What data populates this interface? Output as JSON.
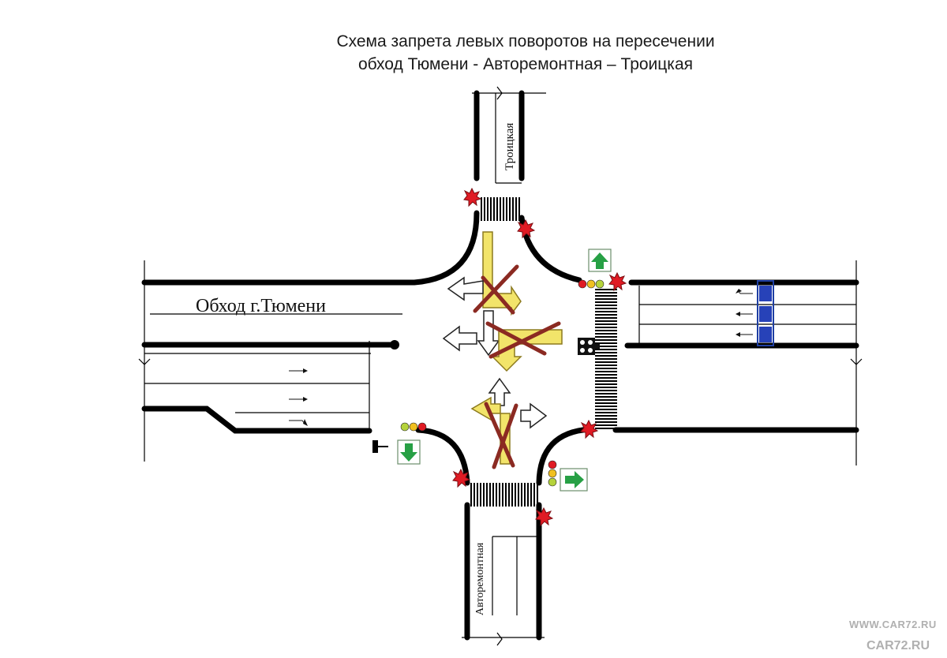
{
  "title": {
    "line1": "Схема запрета левых поворотов на пересечении",
    "line2": "обход Тюмени - Авторемонтная – Троицкая"
  },
  "streets": {
    "north": "Троицкая",
    "west": "Обход г.Тюмени",
    "south": "Авторемонтная"
  },
  "watermark": {
    "url": "WWW.CAR72.RU",
    "logo": "CAR72.RU"
  },
  "colors": {
    "permitted_arrow_fill": "#f2e46a",
    "prohibition_cross": "#8b2a22",
    "pedestrian_light_star": "#e01b24",
    "green_signal_arrow": "#27a045"
  },
  "icons": {
    "prohibited_left_turn": "crossed-out-yellow-arrow",
    "allowed_movement": "white-arrow",
    "traffic_light": "three-color-signal",
    "additional_section": "green-arrow-section"
  }
}
